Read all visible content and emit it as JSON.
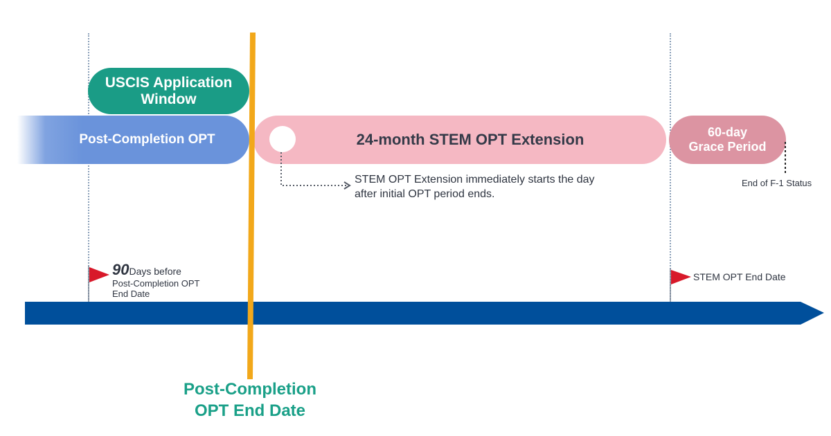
{
  "bars": {
    "application_window": "USCIS Application\nWindow",
    "post_completion_opt": "Post-Completion OPT",
    "stem_extension": "24-month STEM OPT Extension",
    "grace_period": "60-day\nGrace Period"
  },
  "notes": {
    "stem_starts": "STEM OPT Extension immediately starts the day\nafter initial OPT period ends.",
    "end_of_f1": "End of F-1 Status"
  },
  "milestones": {
    "ninety_number": "90",
    "ninety_text": "Days before",
    "ninety_sub": "Post-Completion OPT\nEnd Date",
    "stem_end": "STEM OPT End Date"
  },
  "end_date_label": "Post-Completion\nOPT End Date",
  "colors": {
    "application_window": "#1a9c86",
    "post_completion_opt": "#6a93db",
    "stem_extension": "#f5b8c3",
    "grace_period": "#dc94a2",
    "end_date_line": "#f2a81a",
    "end_date_text": "#1aa088",
    "timeline_arrow": "#004f9b",
    "flag": "#d8192a"
  }
}
